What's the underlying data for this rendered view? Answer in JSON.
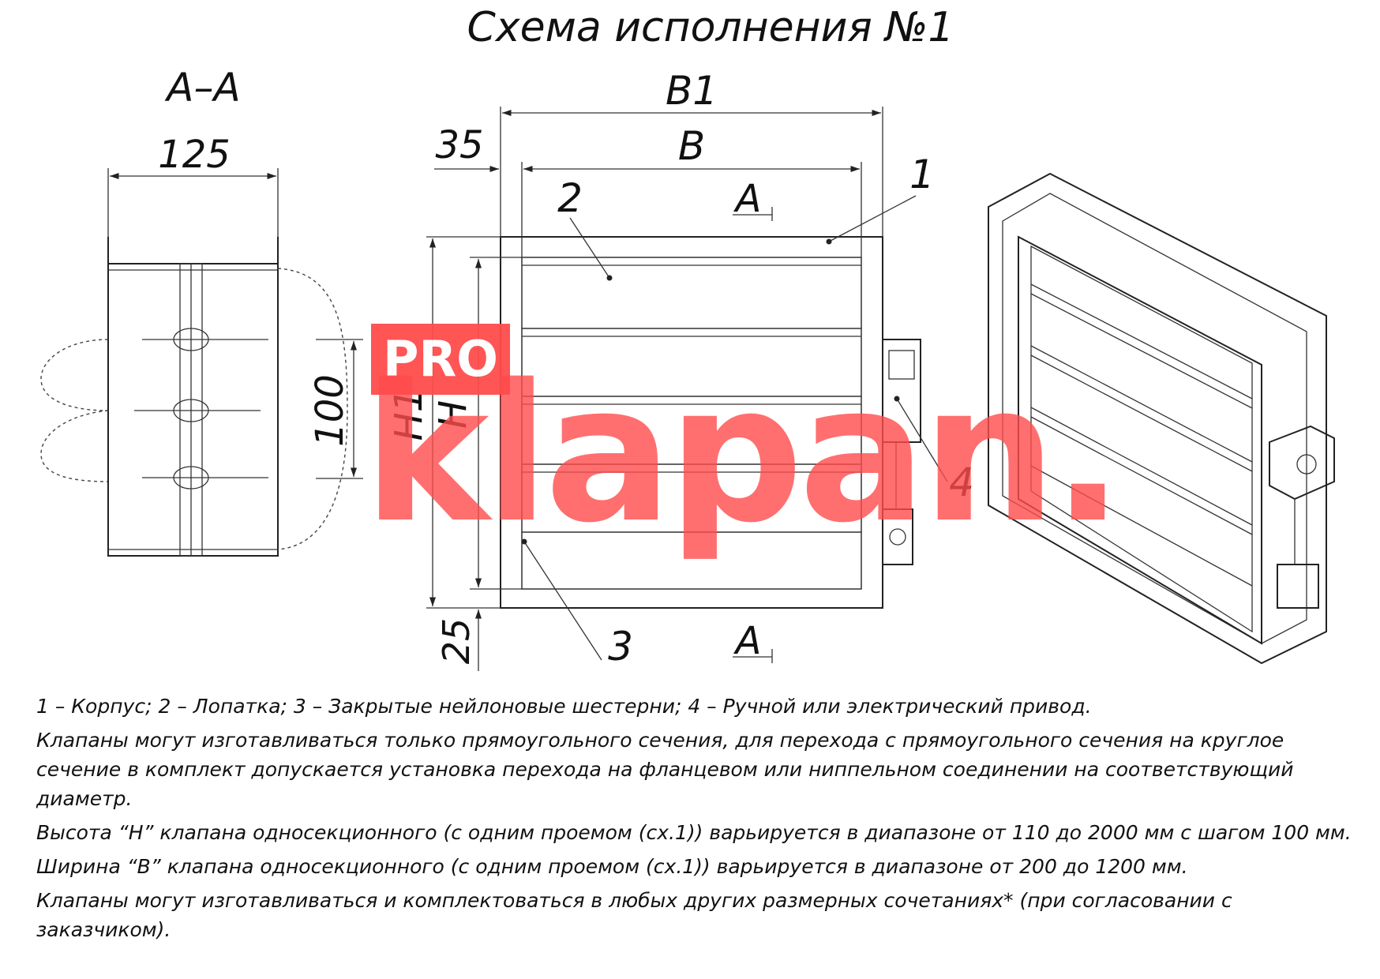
{
  "title": "Схема исполнения №1",
  "section_view": {
    "label": "А–А",
    "dim_width": "125",
    "dim_height": "100"
  },
  "front_view": {
    "dim_B1": "В1",
    "dim_B": "В",
    "dim_35": "35",
    "dim_H1": "Н1",
    "dim_H": "Н",
    "dim_25": "25",
    "section_mark_top": "А",
    "section_mark_bottom": "А",
    "callouts": [
      "1",
      "2",
      "3",
      "4"
    ]
  },
  "notes": [
    "1 – Корпус; 2 – Лопатка; 3 – Закрытые нейлоновые шестерни; 4 – Ручной или электрический привод.",
    "Клапаны могут изготавливаться только прямоугольного сечения, для перехода с прямоугольного сечения на круглое сечение в комплект допускается установка перехода на фланцевом или ниппельном соединении на соответствующий диаметр.",
    "Высота “Н” клапана односекционного (с одним проемом (сх.1)) варьируется в диапазоне от 110 до 2000 мм с шагом 100 мм.",
    "Ширина “В” клапана односекционного (с одним проемом (сх.1)) варьируется в диапазоне от 200 до 1200 мм.",
    "Клапаны могут изготавливаться и комплектоваться в любых других размерных сочетаниях* (при согласовании с заказчиком)."
  ],
  "watermark": {
    "pro": "PRO",
    "word": "klapan",
    "dot": ".",
    "accent_color": "#ff4c4c",
    "gray_color": "#bdbdbd"
  }
}
